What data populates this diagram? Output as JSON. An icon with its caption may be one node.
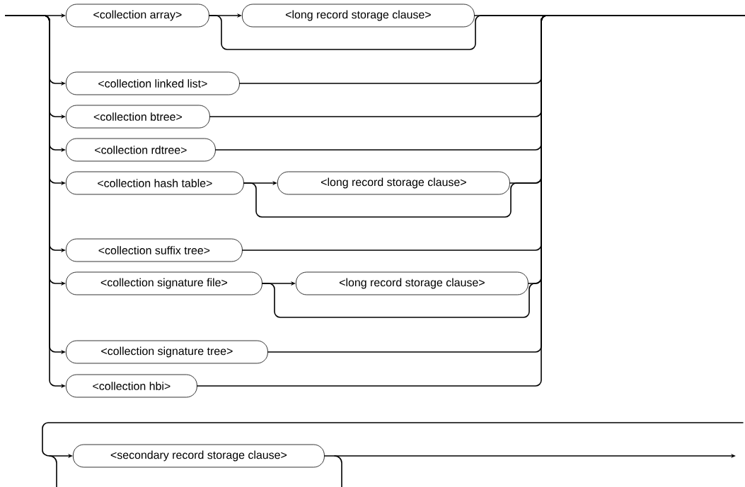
{
  "diagram": {
    "nodes": [
      {
        "text": [
          "<collection array>"
        ]
      },
      {
        "text": [
          "<long record storage clause>"
        ]
      },
      {
        "text": [
          "<collection linked list>"
        ]
      },
      {
        "text": [
          "<collection btree>"
        ]
      },
      {
        "text": [
          "<collection rdtree>"
        ]
      },
      {
        "text": [
          "<collection hash table>"
        ]
      },
      {
        "text": [
          "<long record storage clause>"
        ]
      },
      {
        "text": [
          "<collection suffix tree>"
        ]
      },
      {
        "text": [
          "<collection signature file>"
        ]
      },
      {
        "text": [
          "<long record storage clause>"
        ]
      },
      {
        "text": [
          "<collection signature tree>"
        ]
      },
      {
        "text": [
          "<collection hbi>"
        ]
      },
      {
        "text": [
          "<secondary record storage clause>"
        ]
      }
    ],
    "edges": [
      {
        "from": null,
        "to": 0,
        "arrow": "to"
      },
      {
        "from": null,
        "to": 2,
        "arrow": "to"
      },
      {
        "from": null,
        "to": 3,
        "arrow": "to"
      },
      {
        "from": null,
        "to": 4,
        "arrow": "to"
      },
      {
        "from": null,
        "to": 5,
        "arrow": "to"
      },
      {
        "from": null,
        "to": 7,
        "arrow": "to"
      },
      {
        "from": null,
        "to": 8,
        "arrow": "to"
      },
      {
        "from": null,
        "to": 10,
        "arrow": "to"
      },
      {
        "from": null,
        "to": 11,
        "arrow": "to"
      },
      {
        "from": 0,
        "to": 1,
        "arrow": "to"
      },
      {
        "from": 5,
        "to": 6,
        "arrow": "to"
      },
      {
        "from": 8,
        "to": 9,
        "arrow": "to"
      },
      {
        "from": 0,
        "to": null,
        "arrow": "none"
      },
      {
        "from": 1,
        "to": null,
        "arrow": "none"
      },
      {
        "from": 2,
        "to": null,
        "arrow": "none"
      },
      {
        "from": 3,
        "to": null,
        "arrow": "none"
      },
      {
        "from": 4,
        "to": null,
        "arrow": "none"
      },
      {
        "from": 5,
        "to": null,
        "arrow": "none"
      },
      {
        "from": 6,
        "to": null,
        "arrow": "none"
      },
      {
        "from": 7,
        "to": null,
        "arrow": "none"
      },
      {
        "from": 8,
        "to": null,
        "arrow": "none"
      },
      {
        "from": 9,
        "to": null,
        "arrow": "none"
      },
      {
        "from": 10,
        "to": null,
        "arrow": "none"
      },
      {
        "from": 11,
        "to": null,
        "arrow": "none"
      },
      {
        "from": null,
        "to": 12,
        "arrow": "to"
      },
      {
        "from": 12,
        "to": null,
        "arrow": "to"
      }
    ]
  }
}
